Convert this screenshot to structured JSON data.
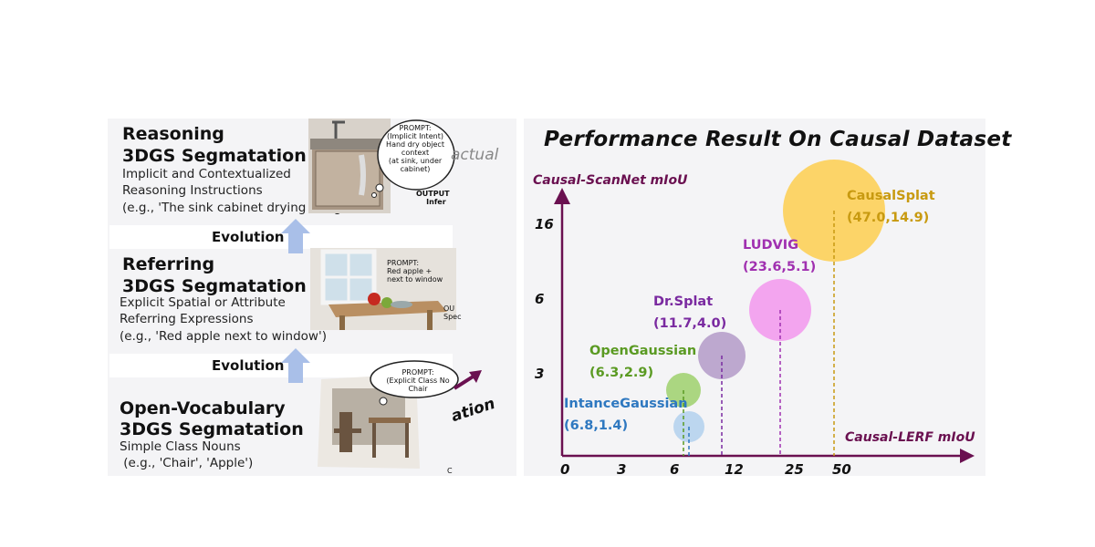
{
  "left": {
    "stages": [
      {
        "title_line1": "Reasoning",
        "title_line2": "3DGS Segmatation",
        "desc_line1": "Implicit and Contextualized",
        "desc_line2": "Reasoning Instructions",
        "desc_line3": "(e.g., 'The sink cabinet drying thing.')",
        "bubble": "PROMPT:\n(Implicit Intent)\nHand dry object\ncontext\n(at sink, under\ncabinet)",
        "output": "OUTPUT\n    Infer",
        "faded": "actual"
      },
      {
        "title_line1": "Referring",
        "title_line2": "3DGS Segmatation",
        "desc_line1": "Explicit Spatial or Attribute",
        "desc_line2": "Referring Expressions",
        "desc_line3": "(e.g., 'Red apple next to window')",
        "bubble": "PROMPT:\nRed apple +\nnext to window",
        "output": "OU\nSpec"
      },
      {
        "title_line1": "Open-Vocabulary",
        "title_line2": "3DGS Segmatation",
        "desc_line1": "Simple Class Nouns",
        "desc_line2": " (e.g., 'Chair', 'Apple')",
        "bubble": "PROMPT:\n(Explicit Class No\nChair",
        "output": "C",
        "faded": "ation"
      }
    ],
    "evolution_label": "Evolution",
    "colors": {
      "arrow": "#a9bfe8",
      "accent_arrow": "#6a1050"
    }
  },
  "chart_data": {
    "type": "scatter",
    "title": "Performance Result On Causal Dataset",
    "xlabel": "Causal-LERF mIoU",
    "ylabel": "Causal-ScanNet mIoU",
    "xticks": [
      "0",
      "3",
      "6",
      "12",
      "25",
      "50"
    ],
    "yticks": [
      "3",
      "6",
      "16"
    ],
    "points": [
      {
        "name": "IntanceGaussian",
        "label": "(6.8,1.4)",
        "x": 6.8,
        "y": 1.4,
        "color": "#2e78c0",
        "fill": "#b8d4ee"
      },
      {
        "name": "OpenGaussian",
        "label": "(6.3,2.9)",
        "x": 6.3,
        "y": 2.9,
        "color": "#5a9a22",
        "fill": "#a6d47a"
      },
      {
        "name": "Dr.Splat",
        "label": "(11.7,4.0)",
        "x": 11.7,
        "y": 4.0,
        "color": "#7a2aa0",
        "fill": "#b9a3cc"
      },
      {
        "name": "LUDVIG",
        "label": "(23.6,5.1)",
        "x": 23.6,
        "y": 5.1,
        "color": "#a030b0",
        "fill": "#f2a0ee"
      },
      {
        "name": "CausalSplat",
        "label": "(47.0,14.9)",
        "x": 47.0,
        "y": 14.9,
        "color": "#c89a10",
        "fill": "#fcd260"
      }
    ],
    "axis_color": "#6a1050"
  }
}
